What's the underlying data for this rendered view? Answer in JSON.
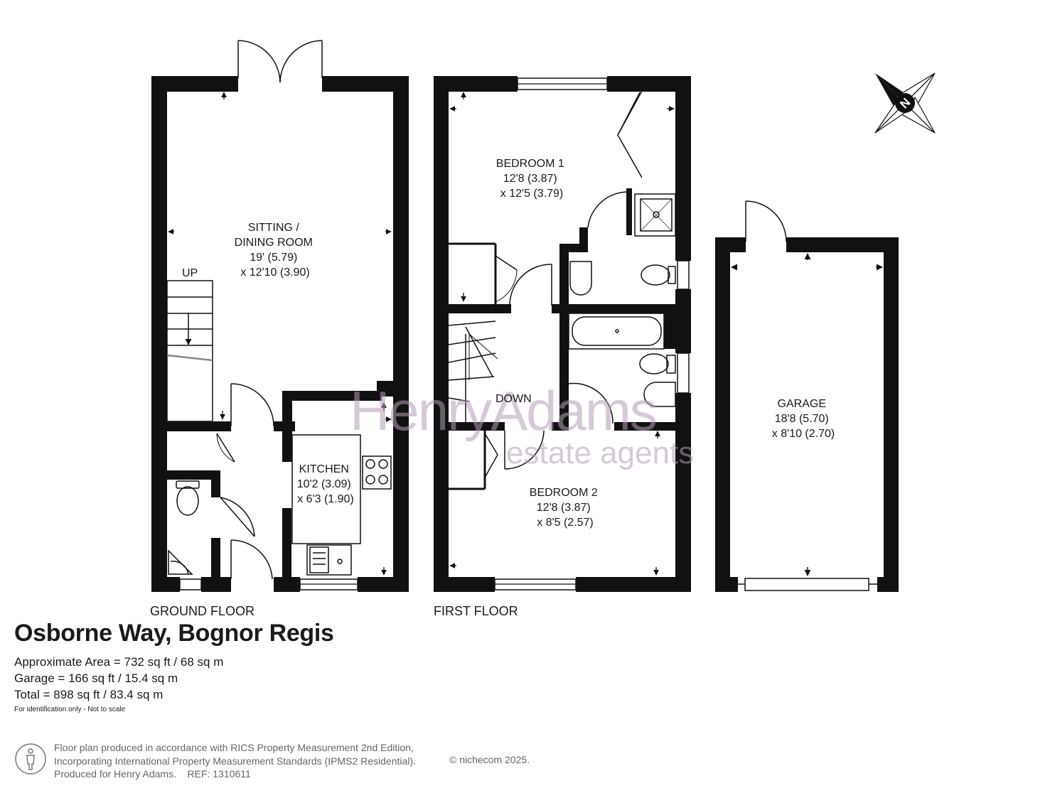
{
  "floors": {
    "ground": "GROUND FLOOR",
    "first": "FIRST FLOOR"
  },
  "rooms": {
    "sitting": [
      "SITTING /",
      "DINING ROOM",
      "19' (5.79)",
      "x 12'10 (3.90)"
    ],
    "kitchen": [
      "KITCHEN",
      "10'2 (3.09)",
      "x 6'3 (1.90)"
    ],
    "bedroom1": [
      "BEDROOM 1",
      "12'8 (3.87)",
      "x 12'5 (3.79)"
    ],
    "bedroom2": [
      "BEDROOM 2",
      "12'8 (3.87)",
      "x 8'5 (2.57)"
    ],
    "garage": [
      "GARAGE",
      "18'8 (5.70)",
      "x 8'10 (2.70)"
    ]
  },
  "stairs": {
    "up": "UP",
    "down": "DOWN"
  },
  "compass": {
    "letter": "N"
  },
  "watermark": {
    "brand": "HenryAdams",
    "tagline": "estate agents"
  },
  "property": {
    "title": "Osborne Way, Bognor Regis",
    "areas": [
      "Approximate Area = 732 sq ft / 68 sq m",
      "Garage = 166 sq ft / 15.4 sq m",
      "Total = 898 sq ft / 83.4 sq m"
    ],
    "note": "For identification only - Not to scale"
  },
  "footer": {
    "lines": [
      "Floor plan produced in accordance with RICS Property Measurement 2nd Edition,",
      "Incorporating International Property Measurement Standards (IPMS2 Residential).",
      "Produced for Henry Adams.    REF: 1310611"
    ],
    "copyright": "© nichecom 2025."
  },
  "colors": {
    "wall": "#111111",
    "watermark": "#b49cb8",
    "footer_text": "#666666"
  }
}
